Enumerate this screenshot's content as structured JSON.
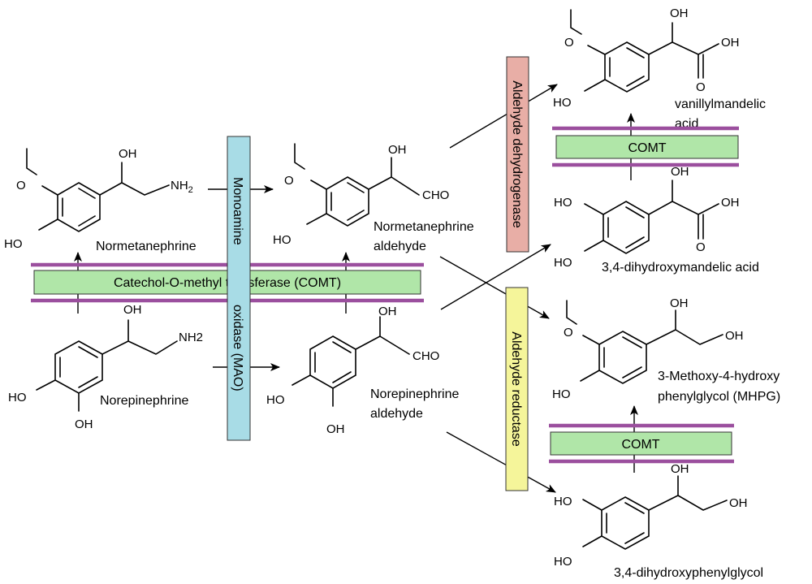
{
  "compounds": {
    "normetanephrine": "Normetanephrine",
    "norepinephrine": "Norepinephrine",
    "normetanephrine_aldehyde": [
      "Normetanephrine",
      "aldehyde"
    ],
    "norepinephrine_aldehyde": [
      "Norepinephrine",
      "aldehyde"
    ],
    "vma": [
      "vanillylmandelic",
      "acid"
    ],
    "dhma": "3,4-dihydroxymandelic acid",
    "mhpg": [
      "3-Methoxy-4-hydroxy",
      "phenylglycol (MHPG)"
    ],
    "dhpg": "3,4-dihydroxyphenylglycol"
  },
  "enzymes": {
    "comt_long": "Catechol-O-methyl transferase (COMT)",
    "mao_line1": "Monoamine",
    "mao_line2": "oxidase (MAO)",
    "aldh": "Aldehyde dehydrogenase",
    "ar": "Aldehyde reductase",
    "comt_short": "COMT"
  },
  "atoms": {
    "oh": "OH",
    "ho": "HO",
    "nh2": "NH2",
    "nh": "NH",
    "sub2": "2",
    "cho": "CHO",
    "o": "O"
  },
  "colors": {
    "comt_fill": "#b0e6a8",
    "mao_fill": "#a8dce6",
    "aldh_fill": "#e8aea6",
    "ar_fill": "#f5f59a",
    "membrane": "#9b4f9e"
  }
}
